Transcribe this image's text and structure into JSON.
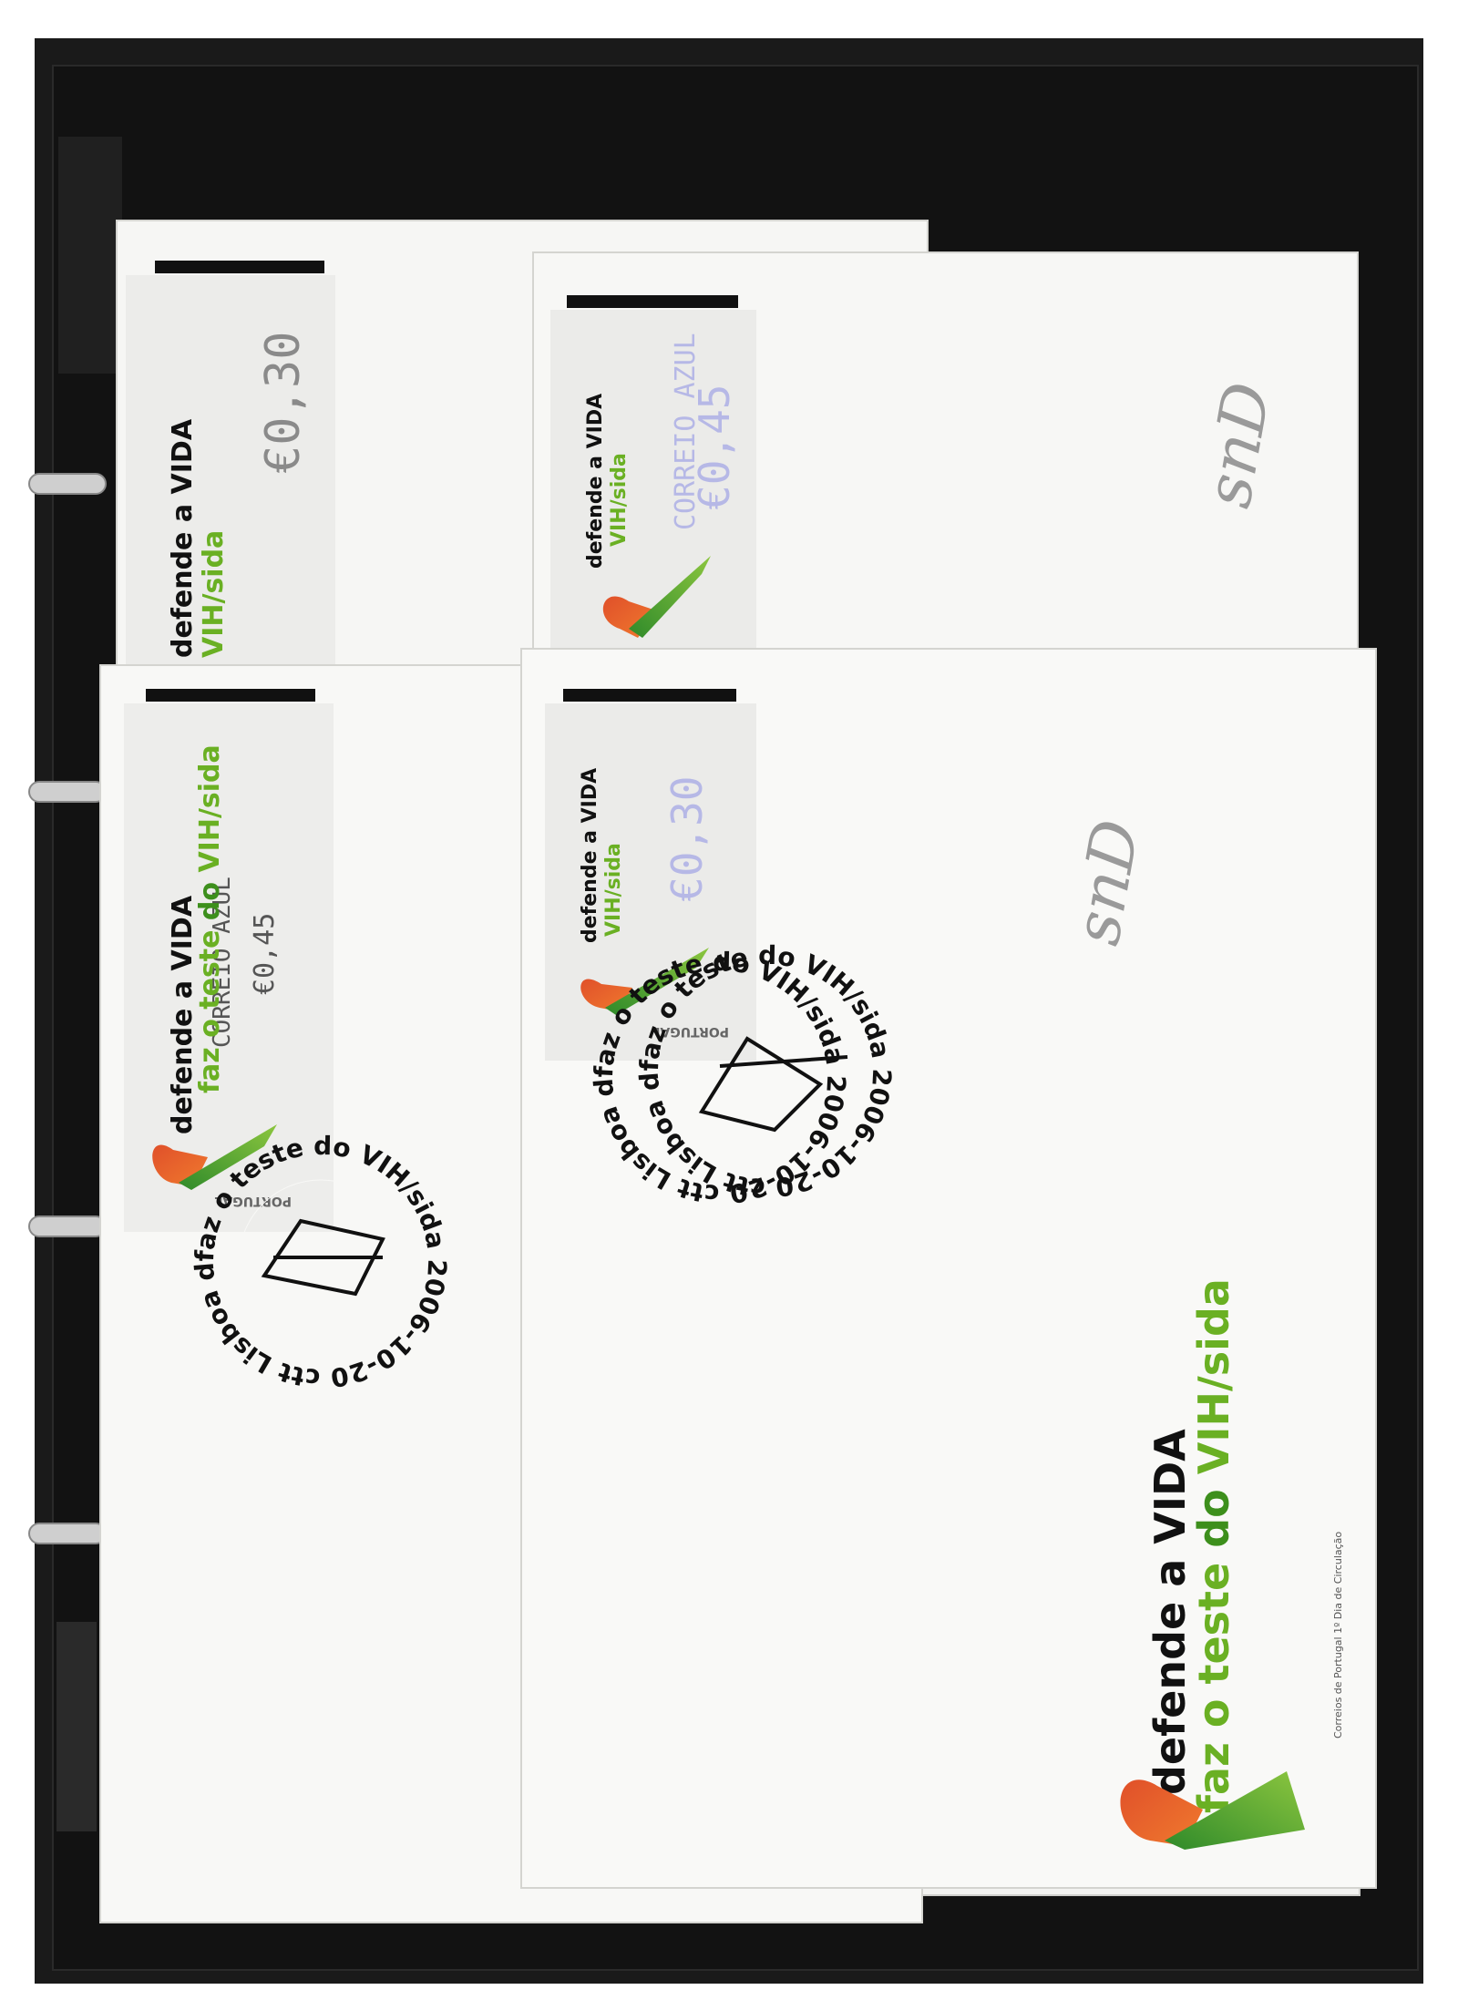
{
  "colors": {
    "album": "#151515",
    "binder": "#0c0c0c",
    "envelope": "#f5f5f3",
    "envelope_shadow": "#d9d9d6",
    "label_strip": "#ececea",
    "green": "#6ab023",
    "green_dark": "#3d8f1c",
    "red": "#e0502a",
    "ink": "#111111",
    "franking_grey": "#8a8a8a",
    "franking_blue": "#b6b8e6"
  },
  "campaign": {
    "line1": "defende a VIDA",
    "line2_prefix": "faz o teste ",
    "line2_mid": "do ",
    "line2_suffix": "VIH/sida",
    "country": "PORTUGAL"
  },
  "postmark": {
    "ring_text": "faz o teste do VIH/sida 2006-10-20 ctt Lisboa defende a VIDA ·"
  },
  "covers": [
    {
      "id": "cover-top-left",
      "value": "€0,30",
      "service": ""
    },
    {
      "id": "cover-top-right",
      "value": "€0,45",
      "service": "CORREIO AZUL"
    },
    {
      "id": "cover-bottom-left",
      "value": "€0,45",
      "service": "CORREIO AZUL"
    },
    {
      "id": "cover-bottom-right",
      "value": "€0,30",
      "service": ""
    }
  ],
  "pencil_marks": [
    "snD",
    "snD"
  ],
  "imprint": "Correios de Portugal 1º Dia de Circulação"
}
